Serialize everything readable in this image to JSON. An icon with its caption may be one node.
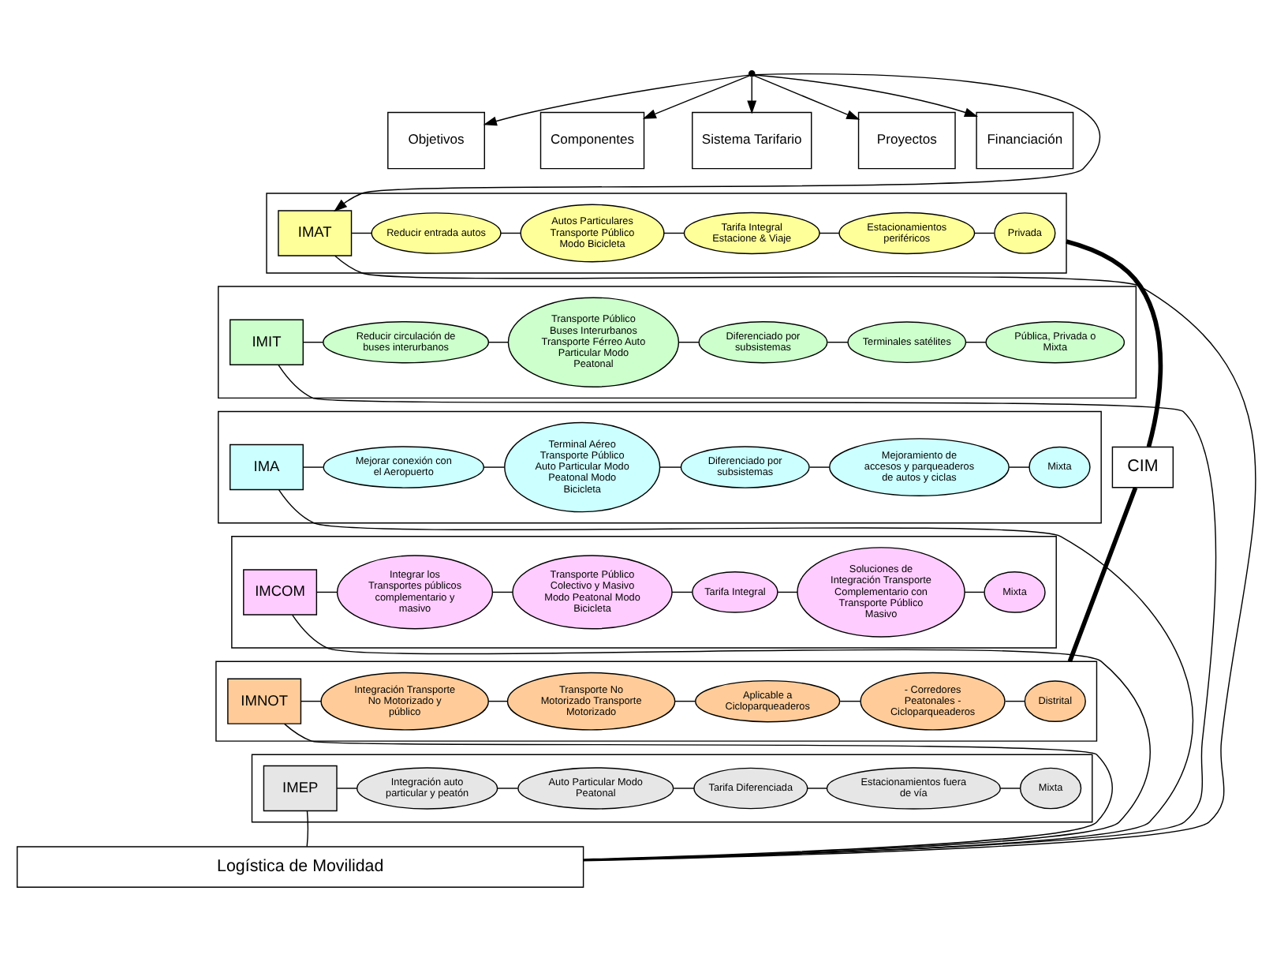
{
  "diagram": {
    "nodes": [
      {
        "text": [
          "Objetivos"
        ]
      },
      {
        "text": [
          "Componentes"
        ]
      },
      {
        "text": [
          "Sistema Tarifario"
        ]
      },
      {
        "text": [
          "Proyectos"
        ]
      },
      {
        "text": [
          "Financiación"
        ]
      },
      {
        "text": [],
        "shape": "box"
      },
      {
        "text": [
          "IMAT"
        ],
        "in": 5
      },
      {
        "text": [
          "Reducir entrada autos"
        ],
        "in": 5
      },
      {
        "text": [
          "Autos Particulares Transporte Público Modo Bicicleta"
        ],
        "in": 5
      },
      {
        "text": [
          "Tarifa Integral Estacione & Viaje"
        ],
        "in": 5
      },
      {
        "text": [
          "Estacionamientos periféricos"
        ],
        "in": 5
      },
      {
        "text": [
          "Privada"
        ],
        "in": 5
      },
      {
        "text": [],
        "shape": "box"
      },
      {
        "text": [
          "IMIT"
        ],
        "in": 12
      },
      {
        "text": [
          "Reducir circulación de buses interurbanos"
        ],
        "in": 12
      },
      {
        "text": [
          "Transporte Público Buses Interurbanos Transporte Férreo Auto Particular Modo Peatonal"
        ],
        "in": 12
      },
      {
        "text": [
          "Diferenciado por subsistemas"
        ],
        "in": 12
      },
      {
        "text": [
          "Terminales satélites"
        ],
        "in": 12
      },
      {
        "text": [
          "Pública, Privada o Mixta"
        ],
        "in": 12
      },
      {
        "text": [],
        "shape": "box"
      },
      {
        "text": [
          "IMA"
        ],
        "in": 19
      },
      {
        "text": [
          "Mejorar conexión con el Aeropuerto"
        ],
        "in": 19
      },
      {
        "text": [
          "Terminal Aéreo Transporte Público Auto Particular Modo Peatonal Modo Bicicleta"
        ],
        "in": 19
      },
      {
        "text": [
          "Diferenciado por subsistemas"
        ],
        "in": 19
      },
      {
        "text": [
          "Mejoramiento de accesos y parqueaderos de autos y ciclas"
        ],
        "in": 19
      },
      {
        "text": [
          "Mixta"
        ],
        "in": 19
      },
      {
        "text": [],
        "shape": "box"
      },
      {
        "text": [
          "IMCOM"
        ],
        "in": 26
      },
      {
        "text": [
          "Integrar los Transportes públicos complementario y masivo"
        ],
        "in": 26
      },
      {
        "text": [
          "Transporte Público Colectivo y Masivo Modo Peatonal Modo Bicicleta"
        ],
        "in": 26
      },
      {
        "text": [
          "Tarifa Integral"
        ],
        "in": 26
      },
      {
        "text": [
          "Soluciones de Integración Transporte Complementario con Transporte Público Masivo"
        ],
        "in": 26
      },
      {
        "text": [
          "Mixta"
        ],
        "in": 26
      },
      {
        "text": [],
        "shape": "box"
      },
      {
        "text": [
          "IMNOT"
        ],
        "in": 33
      },
      {
        "text": [
          "Integración Transporte No Motorizado y público"
        ],
        "in": 33
      },
      {
        "text": [
          "Transporte No Motorizado Transporte Motorizado"
        ],
        "in": 33
      },
      {
        "text": [
          "Aplicable a Cicloparqueaderos"
        ],
        "in": 33
      },
      {
        "text": [
          "- Corredores Peatonales - Cicloparqueaderos"
        ],
        "in": 33
      },
      {
        "text": [
          "Distrital"
        ],
        "in": 33
      },
      {
        "text": [],
        "shape": "box"
      },
      {
        "text": [
          "IMEP"
        ],
        "in": 40
      },
      {
        "text": [
          "Integración auto particular y peatón"
        ],
        "in": 40
      },
      {
        "text": [
          "Auto Particular Modo Peatonal"
        ],
        "in": 40
      },
      {
        "text": [
          "Tarifa Diferenciada"
        ],
        "in": 40
      },
      {
        "text": [
          "Estacionamientos fuera de vía"
        ],
        "in": 40
      },
      {
        "text": [
          "Mixta"
        ],
        "in": 40
      },
      {
        "text": [
          "CIM"
        ]
      },
      {
        "text": [
          "Logística de Movilidad"
        ]
      },
      {
        "text": [],
        "shape": "bar"
      }
    ],
    "edges": [
      {
        "from": 49,
        "to": 0,
        "arrow": "to"
      },
      {
        "from": 49,
        "to": 1,
        "arrow": "to"
      },
      {
        "from": 49,
        "to": 2,
        "arrow": "to"
      },
      {
        "from": 49,
        "to": 3,
        "arrow": "to"
      },
      {
        "from": 49,
        "to": 4,
        "arrow": "to"
      },
      {
        "from": 49,
        "to": 6,
        "arrow": "to"
      },
      {
        "from": 6,
        "to": 7,
        "arrow": "none"
      },
      {
        "from": 7,
        "to": 8,
        "arrow": "none"
      },
      {
        "from": 8,
        "to": 9,
        "arrow": "none"
      },
      {
        "from": 9,
        "to": 10,
        "arrow": "none"
      },
      {
        "from": 10,
        "to": 11,
        "arrow": "none"
      },
      {
        "from": 13,
        "to": 14,
        "arrow": "none"
      },
      {
        "from": 14,
        "to": 15,
        "arrow": "none"
      },
      {
        "from": 15,
        "to": 16,
        "arrow": "none"
      },
      {
        "from": 16,
        "to": 17,
        "arrow": "none"
      },
      {
        "from": 17,
        "to": 18,
        "arrow": "none"
      },
      {
        "from": 20,
        "to": 21,
        "arrow": "none"
      },
      {
        "from": 21,
        "to": 22,
        "arrow": "none"
      },
      {
        "from": 22,
        "to": 23,
        "arrow": "none"
      },
      {
        "from": 23,
        "to": 24,
        "arrow": "none"
      },
      {
        "from": 24,
        "to": 25,
        "arrow": "none"
      },
      {
        "from": 27,
        "to": 28,
        "arrow": "none"
      },
      {
        "from": 28,
        "to": 29,
        "arrow": "none"
      },
      {
        "from": 29,
        "to": 30,
        "arrow": "none"
      },
      {
        "from": 30,
        "to": 31,
        "arrow": "none"
      },
      {
        "from": 31,
        "to": 32,
        "arrow": "none"
      },
      {
        "from": 34,
        "to": 35,
        "arrow": "none"
      },
      {
        "from": 35,
        "to": 36,
        "arrow": "none"
      },
      {
        "from": 36,
        "to": 37,
        "arrow": "none"
      },
      {
        "from": 37,
        "to": 38,
        "arrow": "none"
      },
      {
        "from": 38,
        "to": 39,
        "arrow": "none"
      },
      {
        "from": 41,
        "to": 42,
        "arrow": "none"
      },
      {
        "from": 42,
        "to": 43,
        "arrow": "none"
      },
      {
        "from": 43,
        "to": 44,
        "arrow": "none"
      },
      {
        "from": 44,
        "to": 45,
        "arrow": "none"
      },
      {
        "from": 45,
        "to": 46,
        "arrow": "none"
      },
      {
        "from": 48,
        "to": 6,
        "arrow": "none"
      },
      {
        "from": 48,
        "to": 13,
        "arrow": "none"
      },
      {
        "from": 48,
        "to": 20,
        "arrow": "none"
      },
      {
        "from": 48,
        "to": 27,
        "arrow": "none"
      },
      {
        "from": 48,
        "to": 34,
        "arrow": "none"
      },
      {
        "from": 48,
        "to": 41,
        "arrow": "none"
      },
      {
        "from": 5,
        "to": 47,
        "arrow": "none",
        "style": "thick"
      },
      {
        "from": 33,
        "to": 47,
        "arrow": "none",
        "style": "thick"
      }
    ]
  }
}
